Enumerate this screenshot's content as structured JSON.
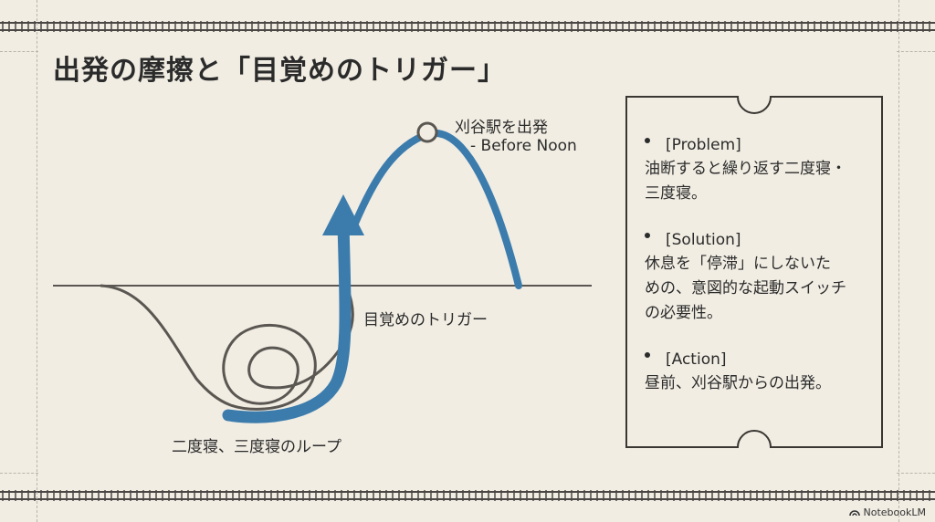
{
  "title": "出発の摩擦と「目覚めのトリガー」",
  "diagram": {
    "peak_label_line1": "刈谷駅を出発",
    "peak_label_line2": "- Before Noon",
    "trigger_label": "目覚めのトリガー",
    "loop_label": "二度寝、三度寝のループ",
    "colors": {
      "arrow": "#3c7cad",
      "line": "#5a5651",
      "background": "#f1ede3"
    }
  },
  "sidebar": {
    "items": [
      {
        "heading": "[Problem]",
        "body": "油断すると繰り返す二度寝・\n三度寝。"
      },
      {
        "heading": "[Solution]",
        "body": "休息を「停滞」にしないた\nめの、意図的な起動スイッチ\nの必要性。"
      },
      {
        "heading": "[Action]",
        "body": "昼前、刈谷駅からの出発。"
      }
    ]
  },
  "branding": {
    "label": "NotebookLM"
  }
}
